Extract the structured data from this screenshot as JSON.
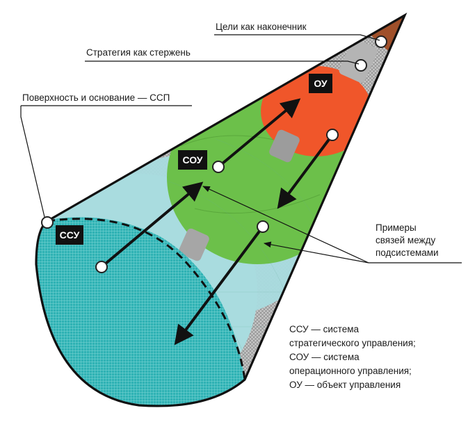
{
  "labels": {
    "goals": "Цели как наконечник",
    "strategy": "Стратегия как стержень",
    "surface": "Поверхность и основание — ССП",
    "examples_line1": "Примеры",
    "examples_line2": "связей между",
    "examples_line3": "подсистемами"
  },
  "tags": {
    "ssu": "ССУ",
    "sou": "СОУ",
    "ou": "ОУ"
  },
  "legend": {
    "line1": "ССУ — система",
    "line2": "стратегического управления;",
    "line3": "СОУ — система",
    "line4": "операционного управления;",
    "line5": "ОУ — объект управления"
  },
  "colors": {
    "cone_base": "#a9dcdf",
    "base_ellipse": "#2ab3b3",
    "sou_green": "#6cc04a",
    "ou_orange": "#f0562a",
    "tip_brown": "#a0502a",
    "core_gray": "#a8a8a8",
    "tag_bg": "#111111"
  },
  "icons": [
    "arrow-icon",
    "node-dot-icon"
  ]
}
